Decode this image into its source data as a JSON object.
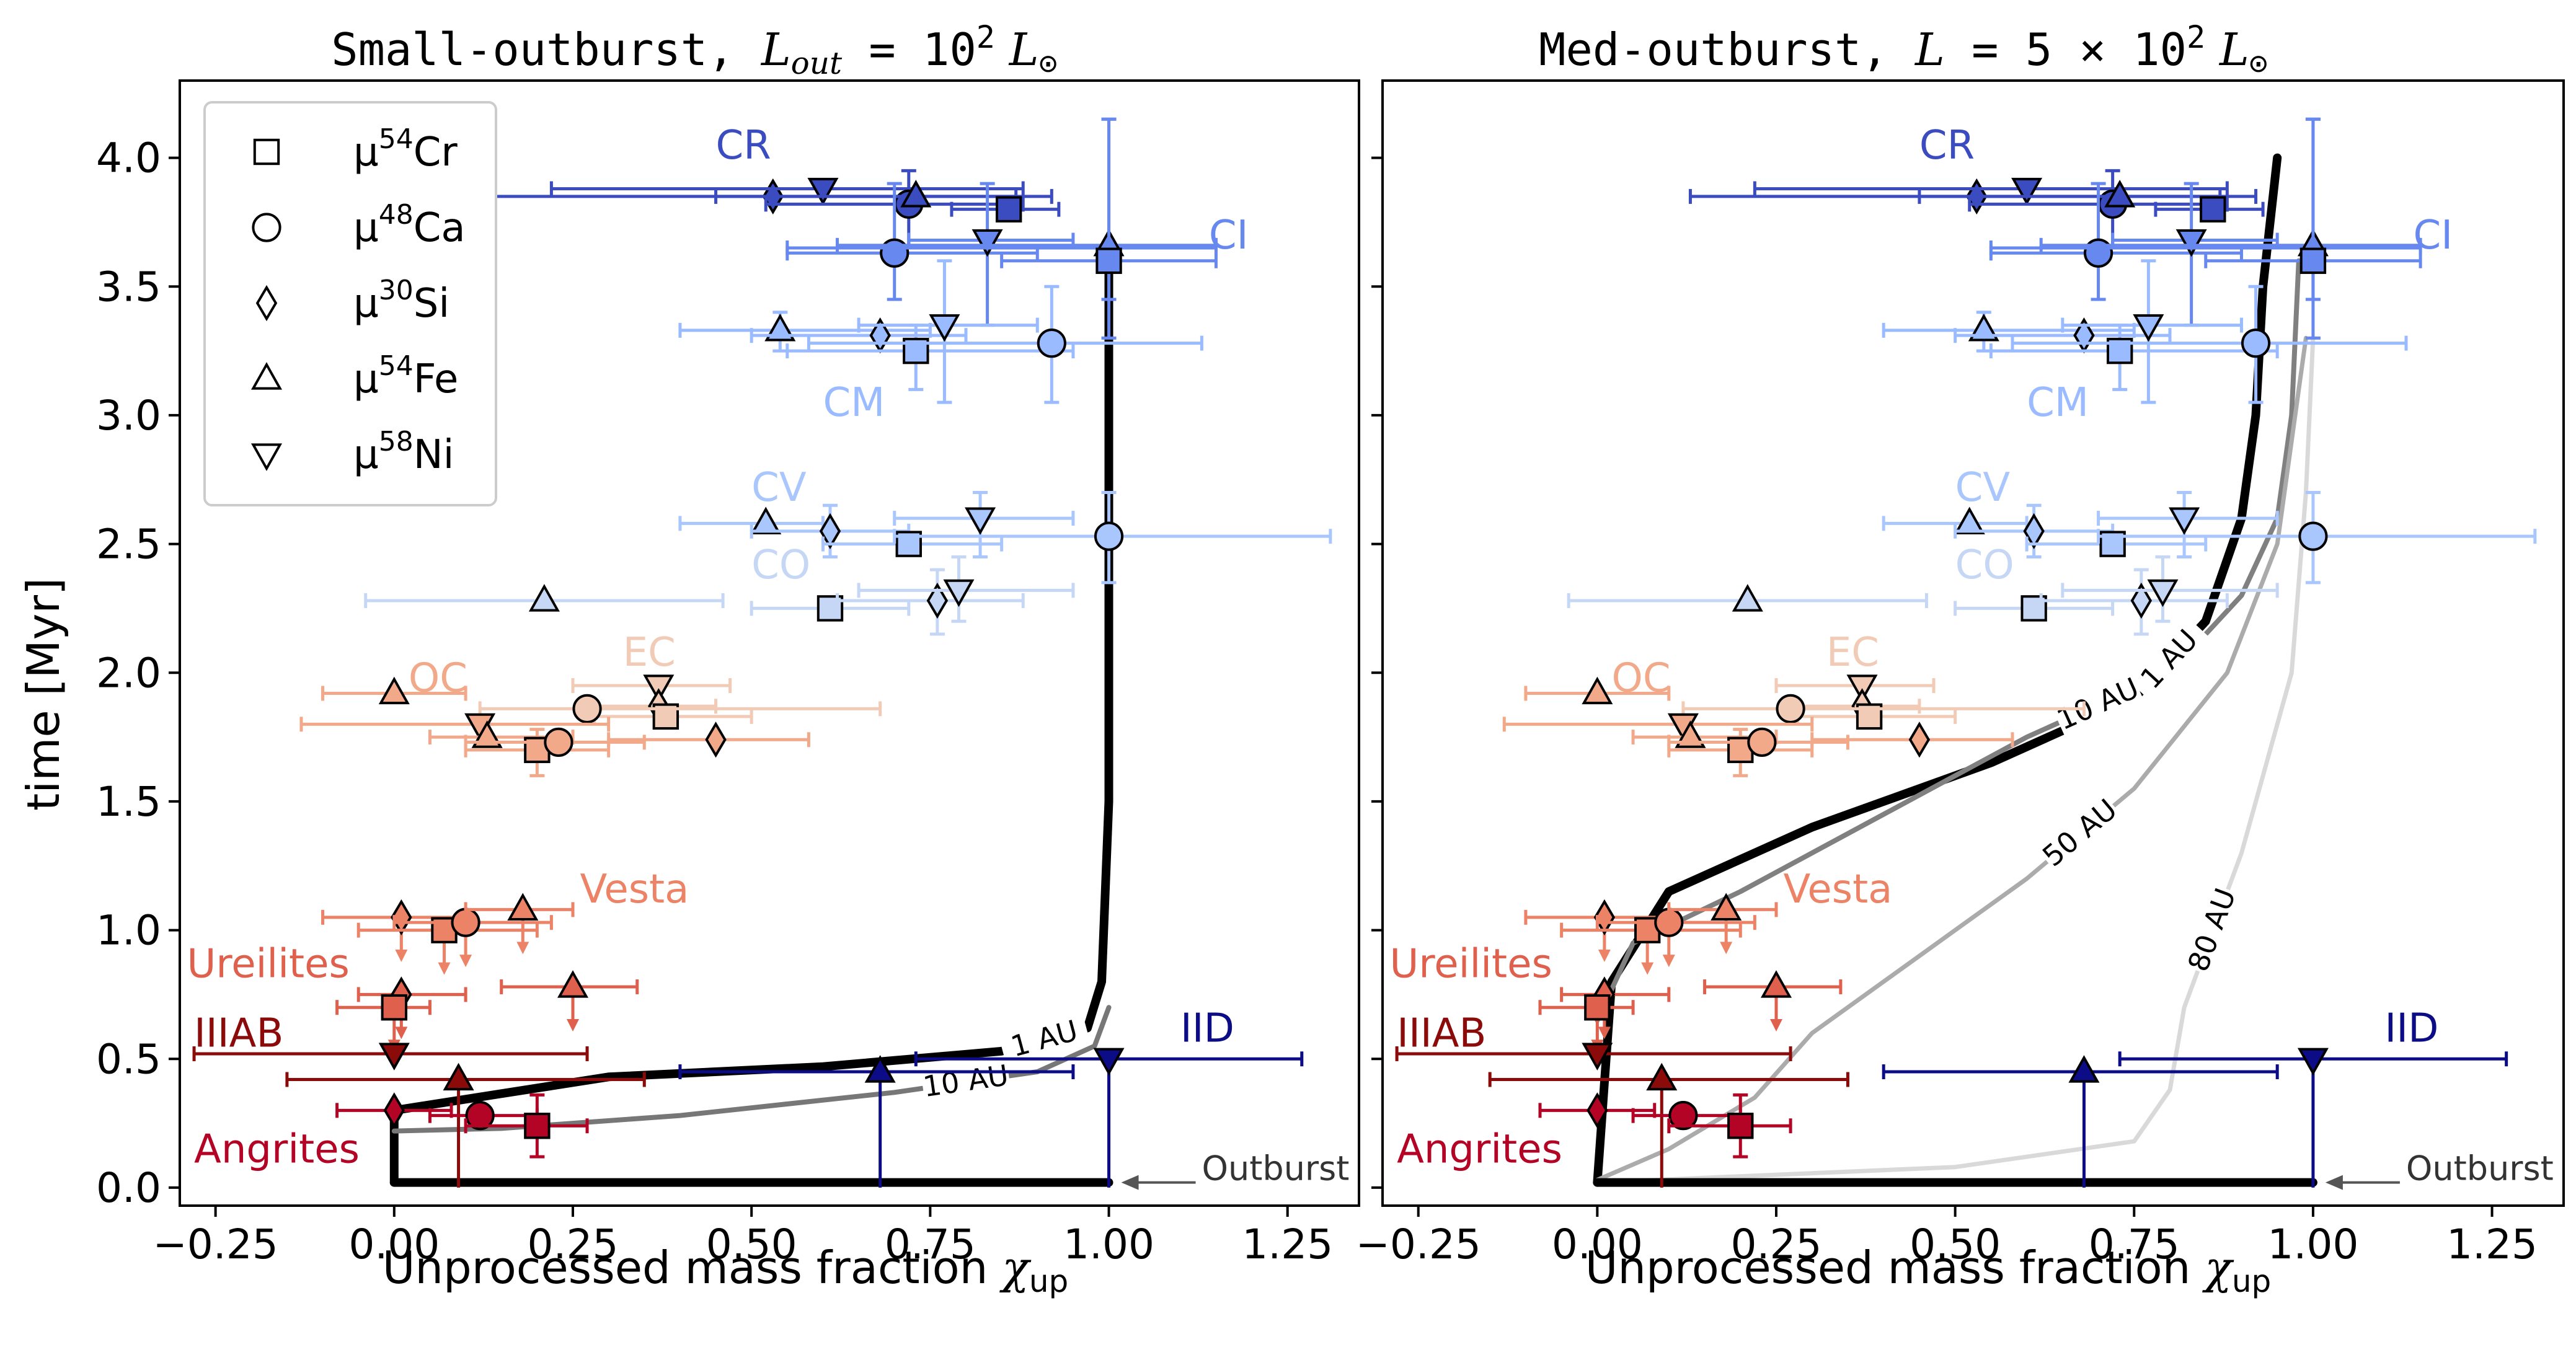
{
  "figure": {
    "panels": [
      {
        "title_prefix": "Small-outburst, ",
        "title_math": "L",
        "title_sub": "out",
        "title_rest": " = 10",
        "title_sup": "2",
        "title_end": " L",
        "title_sun": "⊙"
      },
      {
        "title_prefix": "Med-outburst, ",
        "title_math": "L",
        "title_sub": "",
        "title_rest": " = 5 × 10",
        "title_sup": "2",
        "title_end": " L",
        "title_sun": "⊙"
      }
    ],
    "xlabel": "Unprocessed mass fraction",
    "xlabel_sym": "χ",
    "xlabel_sub": "up",
    "ylabel": "time [Myr]",
    "outburst_label": "Outburst",
    "legend": [
      {
        "label": "μ",
        "sup": "54",
        "el": "Cr",
        "marker": "square"
      },
      {
        "label": "μ",
        "sup": "48",
        "el": "Ca",
        "marker": "circle"
      },
      {
        "label": "μ",
        "sup": "30",
        "el": "Si",
        "marker": "diamond"
      },
      {
        "label": "μ",
        "sup": "54",
        "el": "Fe",
        "marker": "triangle-up"
      },
      {
        "label": "μ",
        "sup": "58",
        "el": "Ni",
        "marker": "triangle-down"
      }
    ]
  },
  "chart_data": {
    "type": "scatter",
    "xlim": [
      -0.3,
      1.35
    ],
    "ylim": [
      -0.07,
      4.3
    ],
    "xticks": [
      "−0.25",
      "0.00",
      "0.25",
      "0.50",
      "0.75",
      "1.00",
      "1.25"
    ],
    "xtick_values": [
      -0.25,
      0,
      0.25,
      0.5,
      0.75,
      1.0,
      1.25
    ],
    "yticks": [
      "0.0",
      "0.5",
      "1.0",
      "1.5",
      "2.0",
      "2.5",
      "3.0",
      "3.5",
      "4.0"
    ],
    "ytick_values": [
      0,
      0.5,
      1.0,
      1.5,
      2.0,
      2.5,
      3.0,
      3.5,
      4.0
    ],
    "groups": [
      {
        "name": "CR",
        "color": "#3b4cc0",
        "label_x": 0.45,
        "label_y": 4.05,
        "points": [
          {
            "m": "diamond",
            "x": 0.53,
            "y": 3.85,
            "xl": 0.13,
            "xh": 0.87
          },
          {
            "m": "triangle-down",
            "x": 0.6,
            "y": 3.88,
            "xl": 0.22,
            "xh": 0.88
          },
          {
            "m": "circle",
            "x": 0.72,
            "y": 3.82,
            "xl": 0.52,
            "xh": 0.88,
            "yl": 3.65,
            "yh": 3.95
          },
          {
            "m": "triangle-up",
            "x": 0.73,
            "y": 3.85,
            "xl": 0.45,
            "xh": 0.92
          },
          {
            "m": "square",
            "x": 0.86,
            "y": 3.8,
            "xl": 0.78,
            "xh": 0.93
          }
        ]
      },
      {
        "name": "CI",
        "color": "#6788ee",
        "label_x": 1.14,
        "label_y": 3.7,
        "points": [
          {
            "m": "circle",
            "x": 0.7,
            "y": 3.63,
            "xl": 0.55,
            "xh": 0.9,
            "yl": 3.45,
            "yh": 3.9
          },
          {
            "m": "triangle-down",
            "x": 0.83,
            "y": 3.68,
            "xl": 0.72,
            "xh": 0.95,
            "yl": 3.35,
            "yh": 3.9
          },
          {
            "m": "diamond",
            "x": 1.0,
            "y": 3.65,
            "xl": 0.55,
            "xh": 1.15,
            "yl": 3.45,
            "yh": 4.15
          },
          {
            "m": "triangle-up",
            "x": 1.0,
            "y": 3.66,
            "xl": 0.62,
            "xh": 1.15
          },
          {
            "m": "square",
            "x": 1.0,
            "y": 3.6,
            "xl": 0.85,
            "xh": 1.15,
            "yl": 3.3,
            "yh": 4.15
          }
        ]
      },
      {
        "name": "CM",
        "color": "#9abbff",
        "label_x": 0.6,
        "label_y": 3.05,
        "points": [
          {
            "m": "triangle-up",
            "x": 0.54,
            "y": 3.33,
            "xl": 0.4,
            "xh": 0.75,
            "yl": 3.25,
            "yh": 3.4
          },
          {
            "m": "diamond",
            "x": 0.68,
            "y": 3.31,
            "xl": 0.5,
            "xh": 0.8
          },
          {
            "m": "triangle-down",
            "x": 0.77,
            "y": 3.35,
            "xl": 0.65,
            "xh": 0.9,
            "yl": 3.05,
            "yh": 3.6
          },
          {
            "m": "square",
            "x": 0.73,
            "y": 3.25,
            "xl": 0.55,
            "xh": 0.95,
            "yl": 3.1,
            "yh": 3.35
          },
          {
            "m": "circle",
            "x": 0.92,
            "y": 3.28,
            "xl": 0.58,
            "xh": 1.13,
            "yl": 3.05,
            "yh": 3.5
          }
        ]
      },
      {
        "name": "CV",
        "color": "#a9c6fd",
        "label_x": 0.5,
        "label_y": 2.72,
        "points": [
          {
            "m": "triangle-up",
            "x": 0.52,
            "y": 2.58,
            "xl": 0.4,
            "xh": 0.6
          },
          {
            "m": "diamond",
            "x": 0.61,
            "y": 2.55,
            "xl": 0.5,
            "xh": 0.72,
            "yl": 2.45,
            "yh": 2.65
          },
          {
            "m": "square",
            "x": 0.72,
            "y": 2.5,
            "xl": 0.6,
            "xh": 0.85
          },
          {
            "m": "triangle-down",
            "x": 0.82,
            "y": 2.6,
            "xl": 0.7,
            "xh": 0.95,
            "yl": 2.45,
            "yh": 2.7
          },
          {
            "m": "circle",
            "x": 1.0,
            "y": 2.53,
            "xl": 0.7,
            "xh": 1.31,
            "yl": 2.35,
            "yh": 2.7
          }
        ]
      },
      {
        "name": "CO",
        "color": "#c5d7f5",
        "label_x": 0.5,
        "label_y": 2.42,
        "points": [
          {
            "m": "triangle-up",
            "x": 0.21,
            "y": 2.28,
            "xl": -0.04,
            "xh": 0.46
          },
          {
            "m": "square",
            "x": 0.61,
            "y": 2.25,
            "xl": 0.5,
            "xh": 0.72
          },
          {
            "m": "diamond",
            "x": 0.76,
            "y": 2.28,
            "xl": 0.62,
            "xh": 0.88,
            "yl": 2.15,
            "yh": 2.4
          },
          {
            "m": "triangle-down",
            "x": 0.79,
            "y": 2.32,
            "xl": 0.65,
            "xh": 0.95,
            "yl": 2.2,
            "yh": 2.45
          }
        ]
      },
      {
        "name": "EC",
        "color": "#f2cbb7",
        "label_x": 0.32,
        "label_y": 2.08,
        "points": [
          {
            "m": "triangle-down",
            "x": 0.37,
            "y": 1.95,
            "xl": 0.25,
            "xh": 0.47
          },
          {
            "m": "diamond",
            "x": 0.37,
            "y": 1.87,
            "xl": 0.28,
            "xh": 0.45
          },
          {
            "m": "square",
            "x": 0.38,
            "y": 1.83,
            "xl": 0.28,
            "xh": 0.5
          },
          {
            "m": "circle",
            "x": 0.27,
            "y": 1.86,
            "xl": 0.12,
            "xh": 0.68
          }
        ]
      },
      {
        "name": "OC",
        "color": "#f2a98a",
        "label_x": 0.02,
        "label_y": 1.98,
        "points": [
          {
            "m": "triangle-up",
            "x": 0.0,
            "y": 1.92,
            "xl": -0.1,
            "xh": 0.1
          },
          {
            "m": "triangle-down",
            "x": 0.12,
            "y": 1.8,
            "xl": -0.13,
            "xh": 0.3
          },
          {
            "m": "triangle-up",
            "x": 0.13,
            "y": 1.75,
            "xl": 0.05,
            "xh": 0.25
          },
          {
            "m": "square",
            "x": 0.2,
            "y": 1.7,
            "xl": 0.1,
            "xh": 0.3,
            "yl": 1.6,
            "yh": 1.78
          },
          {
            "m": "circle",
            "x": 0.23,
            "y": 1.73,
            "xl": 0.1,
            "xh": 0.35
          },
          {
            "m": "diamond",
            "x": 0.45,
            "y": 1.74,
            "xl": 0.3,
            "xh": 0.58
          }
        ]
      },
      {
        "name": "Vesta",
        "color": "#ed8366",
        "label_x": 0.26,
        "label_y": 1.16,
        "points": [
          {
            "m": "diamond",
            "x": 0.01,
            "y": 1.05,
            "xl": -0.1,
            "xh": 0.1,
            "arrow": true
          },
          {
            "m": "square",
            "x": 0.07,
            "y": 1.0,
            "xl": -0.05,
            "xh": 0.2,
            "arrow": true
          },
          {
            "m": "circle",
            "x": 0.1,
            "y": 1.03,
            "xl": 0.0,
            "xh": 0.22,
            "arrow": true
          },
          {
            "m": "triangle-up",
            "x": 0.18,
            "y": 1.08,
            "xl": 0.1,
            "xh": 0.25,
            "arrow": true
          }
        ]
      },
      {
        "name": "Ureilites",
        "color": "#de604d",
        "label_x": -0.29,
        "label_y": 0.87,
        "points": [
          {
            "m": "diamond",
            "x": 0.01,
            "y": 0.75,
            "xl": -0.05,
            "xh": 0.1,
            "arrow": true
          },
          {
            "m": "square",
            "x": 0.0,
            "y": 0.7,
            "xl": -0.08,
            "xh": 0.05,
            "arrow": true
          },
          {
            "m": "triangle-up",
            "x": 0.25,
            "y": 0.78,
            "xl": 0.15,
            "xh": 0.34,
            "arrow": true
          }
        ]
      },
      {
        "name": "IIIAB",
        "color": "#8b0a0a",
        "label_x": -0.28,
        "label_y": 0.6,
        "points": [
          {
            "m": "triangle-down",
            "x": 0.0,
            "y": 0.52,
            "xl": -0.28,
            "xh": 0.27
          },
          {
            "m": "triangle-up",
            "x": 0.09,
            "y": 0.42,
            "xl": -0.15,
            "xh": 0.35,
            "vdrop": true
          }
        ]
      },
      {
        "name": "Angrites",
        "color": "#b40426",
        "label_x": -0.28,
        "label_y": 0.15,
        "points": [
          {
            "m": "diamond",
            "x": 0.0,
            "y": 0.3,
            "xl": -0.08,
            "xh": 0.08
          },
          {
            "m": "circle",
            "x": 0.12,
            "y": 0.28,
            "xl": 0.05,
            "xh": 0.2
          },
          {
            "m": "square",
            "x": 0.2,
            "y": 0.24,
            "xl": 0.1,
            "xh": 0.27,
            "yl": 0.12,
            "yh": 0.36
          }
        ]
      },
      {
        "name": "IID",
        "color": "#0c0c86",
        "label_x": 1.1,
        "label_y": 0.62,
        "points": [
          {
            "m": "triangle-up",
            "x": 0.68,
            "y": 0.45,
            "xl": 0.4,
            "xh": 0.95,
            "vdrop": true
          },
          {
            "m": "triangle-down",
            "x": 1.0,
            "y": 0.5,
            "xl": 0.73,
            "xh": 1.27,
            "vdrop": true
          }
        ]
      }
    ],
    "curves_small": [
      {
        "name": "1 AU",
        "color": "#000000",
        "width": 14,
        "x": [
          0.0,
          0.0,
          0.3,
          0.6,
          0.85,
          0.97,
          0.99,
          1.0,
          1.0,
          1.0
        ],
        "y": [
          0.02,
          0.3,
          0.43,
          0.47,
          0.53,
          0.62,
          0.8,
          1.5,
          3.0,
          3.62
        ]
      },
      {
        "name": "10 AU",
        "color": "#777777",
        "width": 8,
        "x": [
          0.0,
          0.15,
          0.4,
          0.7,
          0.9,
          0.98,
          1.0
        ],
        "y": [
          0.22,
          0.23,
          0.28,
          0.37,
          0.45,
          0.55,
          0.7
        ]
      },
      {
        "name": "Outburst",
        "color": "#000000",
        "width": 14,
        "x": [
          0.0,
          1.0
        ],
        "y": [
          0.02,
          0.02
        ]
      }
    ],
    "curves_med": [
      {
        "name": "1 AU",
        "color": "#000000",
        "width": 14,
        "x": [
          0.0,
          0.02,
          0.1,
          0.3,
          0.55,
          0.75,
          0.85,
          0.9,
          0.92,
          0.93,
          0.95
        ],
        "y": [
          0.02,
          0.8,
          1.15,
          1.4,
          1.65,
          1.9,
          2.2,
          2.6,
          3.0,
          3.5,
          4.0
        ]
      },
      {
        "name": "10 AU",
        "color": "#808080",
        "width": 8,
        "x": [
          0.0,
          0.05,
          0.2,
          0.4,
          0.6,
          0.8,
          0.9,
          0.95,
          0.97,
          0.98
        ],
        "y": [
          0.65,
          0.95,
          1.15,
          1.45,
          1.75,
          2.0,
          2.3,
          2.6,
          3.0,
          3.6
        ]
      },
      {
        "name": "50 AU",
        "color": "#ababab",
        "width": 7,
        "x": [
          0.0,
          0.1,
          0.22,
          0.3,
          0.45,
          0.6,
          0.75,
          0.88,
          0.95,
          0.98,
          0.99
        ],
        "y": [
          0.03,
          0.15,
          0.35,
          0.6,
          0.9,
          1.2,
          1.55,
          2.0,
          2.5,
          3.1,
          3.3
        ]
      },
      {
        "name": "80 AU",
        "color": "#d9d9d9",
        "width": 7,
        "x": [
          0.0,
          0.5,
          0.75,
          0.8,
          0.82,
          0.9,
          0.97,
          0.99,
          1.0
        ],
        "y": [
          0.02,
          0.08,
          0.18,
          0.38,
          0.7,
          1.3,
          2.0,
          2.7,
          3.3
        ]
      },
      {
        "name": "Outburst",
        "color": "#000000",
        "width": 14,
        "x": [
          0.0,
          1.0
        ],
        "y": [
          0.02,
          0.02
        ]
      }
    ]
  }
}
